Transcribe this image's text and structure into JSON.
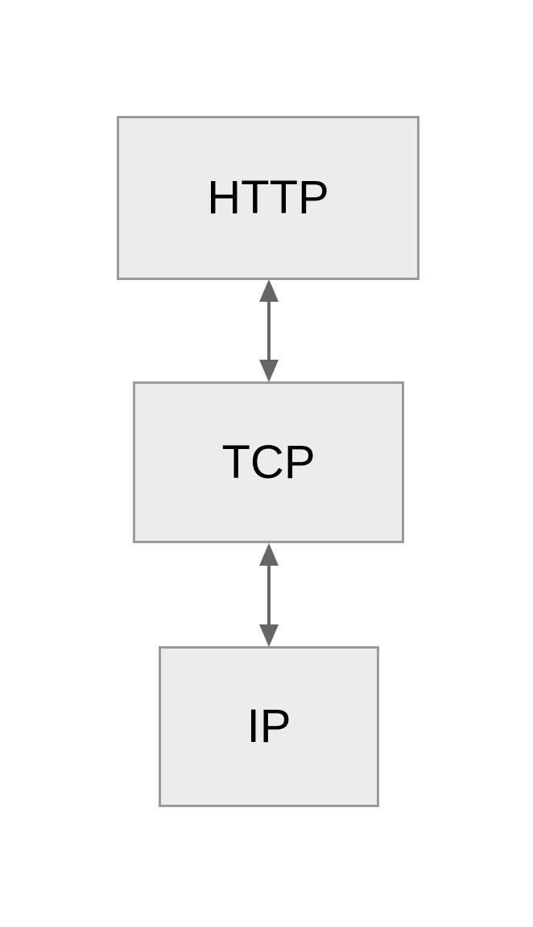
{
  "diagram": {
    "type": "layered-stack",
    "background_color": "#ffffff",
    "node_fill_color": "#ececec",
    "node_border_color": "#9a9a9a",
    "edge_color": "#666666",
    "label_color": "#000000",
    "nodes": [
      {
        "id": "http",
        "label": "HTTP",
        "layer": 1
      },
      {
        "id": "tcp",
        "label": "TCP",
        "layer": 2
      },
      {
        "id": "ip",
        "label": "IP",
        "layer": 3
      }
    ],
    "edges": [
      {
        "id": "http-tcp",
        "from": "http",
        "to": "tcp",
        "label": "",
        "arrow": "double"
      },
      {
        "id": "tcp-ip",
        "from": "tcp",
        "to": "ip",
        "label": "",
        "arrow": "double"
      }
    ]
  }
}
